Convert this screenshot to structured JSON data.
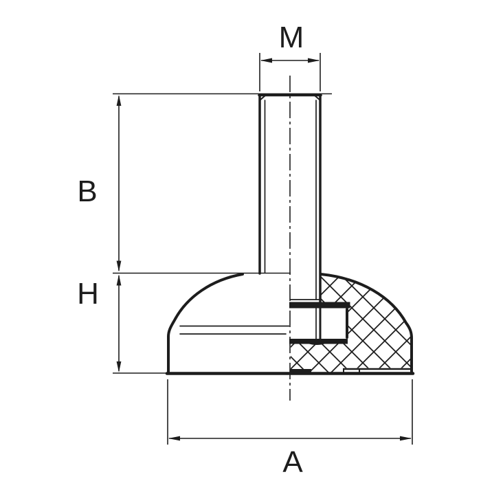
{
  "drawing": {
    "background_color": "#ffffff",
    "line_color": "#1d1d1d",
    "hatch_style": "cross-hatch-45deg",
    "dimension_labels": {
      "thread": "M",
      "stud_length": "B",
      "base_height": "H",
      "base_diameter": "A"
    }
  }
}
